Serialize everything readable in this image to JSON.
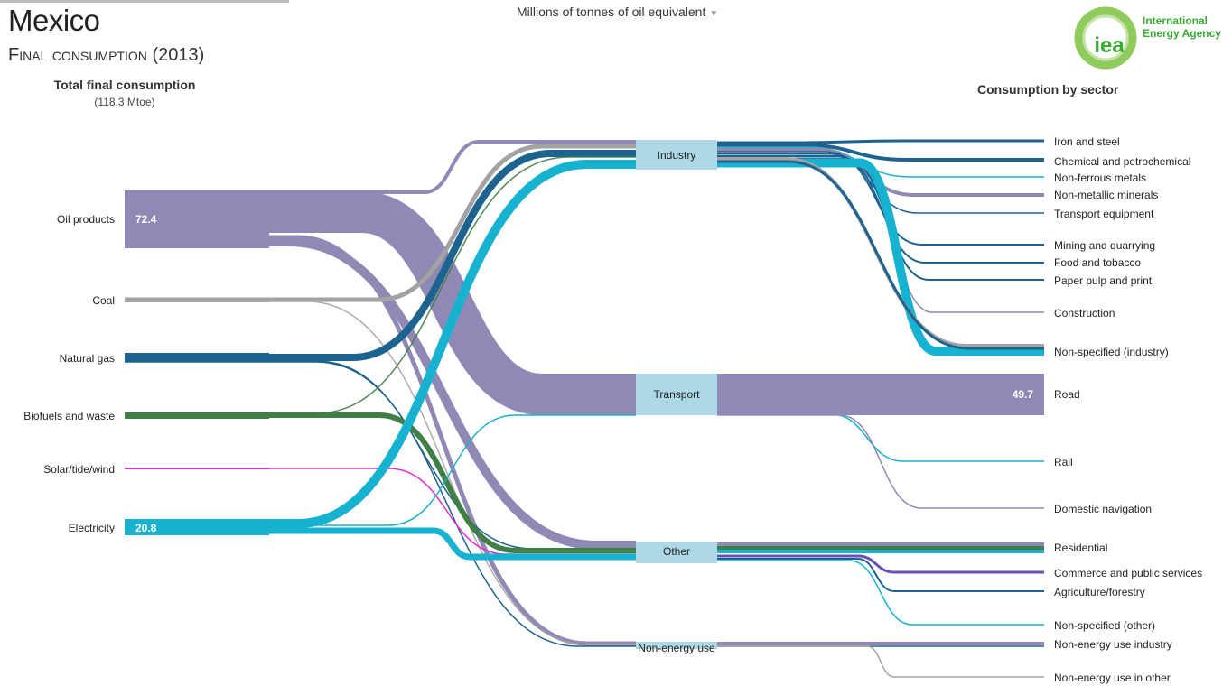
{
  "header": {
    "country": "Mexico",
    "subtitle": "Final consumption (2013)",
    "unit_selector": "Millions of tonnes of oil equivalent",
    "total_label": "Total final consumption",
    "total_value": "(118.3 Mtoe)",
    "sector_heading": "Consumption by sector"
  },
  "logo": {
    "mark": "iea",
    "line1": "International",
    "line2": "Energy Agency",
    "color": "#3aaa35"
  },
  "sources": [
    {
      "id": "oil",
      "label": "Oil products",
      "value": "72.4",
      "color": "#9089b5"
    },
    {
      "id": "coal",
      "label": "Coal",
      "value": "",
      "color": "#a3a3a3"
    },
    {
      "id": "gas",
      "label": "Natural gas",
      "value": "",
      "color": "#1c6390"
    },
    {
      "id": "bio",
      "label": "Biofuels and waste",
      "value": "",
      "color": "#3f7f46"
    },
    {
      "id": "solar",
      "label": "Solar/tide/wind",
      "value": "",
      "color": "#e62bd1"
    },
    {
      "id": "elec",
      "label": "Electricity",
      "value": "20.8",
      "color": "#17b2d0"
    }
  ],
  "hubs": [
    {
      "id": "industry",
      "label": "Industry"
    },
    {
      "id": "transport",
      "label": "Transport"
    },
    {
      "id": "other",
      "label": "Other"
    },
    {
      "id": "nonenergy",
      "label": "Non-energy use"
    }
  ],
  "sectors": [
    {
      "label": "Iron and steel",
      "hub": "industry"
    },
    {
      "label": "Chemical and petrochemical",
      "hub": "industry"
    },
    {
      "label": "Non-ferrous metals",
      "hub": "industry"
    },
    {
      "label": "Non-metallic minerals",
      "hub": "industry"
    },
    {
      "label": "Transport equipment",
      "hub": "industry"
    },
    {
      "label": "Mining and quarrying",
      "hub": "industry"
    },
    {
      "label": "Food and tobacco",
      "hub": "industry"
    },
    {
      "label": "Paper pulp and print",
      "hub": "industry"
    },
    {
      "label": "Construction",
      "hub": "industry"
    },
    {
      "label": "Non-specified (industry)",
      "hub": "industry"
    },
    {
      "label": "Road",
      "hub": "transport",
      "value": "49.7"
    },
    {
      "label": "Rail",
      "hub": "transport"
    },
    {
      "label": "Domestic navigation",
      "hub": "transport"
    },
    {
      "label": "Residential",
      "hub": "other"
    },
    {
      "label": "Commerce and public services",
      "hub": "other"
    },
    {
      "label": "Agriculture/forestry",
      "hub": "other"
    },
    {
      "label": "Non-specified (other)",
      "hub": "other"
    },
    {
      "label": "Non-energy use industry",
      "hub": "nonenergy"
    },
    {
      "label": "Non-energy use in other",
      "hub": "nonenergy"
    }
  ],
  "colors": {
    "hub_fill": "#add8e6",
    "oil": "#9089b5",
    "coal": "#a3a3a3",
    "gas": "#1c6390",
    "bio": "#3f7f46",
    "solar": "#e62bd1",
    "elec": "#17b2d0"
  }
}
